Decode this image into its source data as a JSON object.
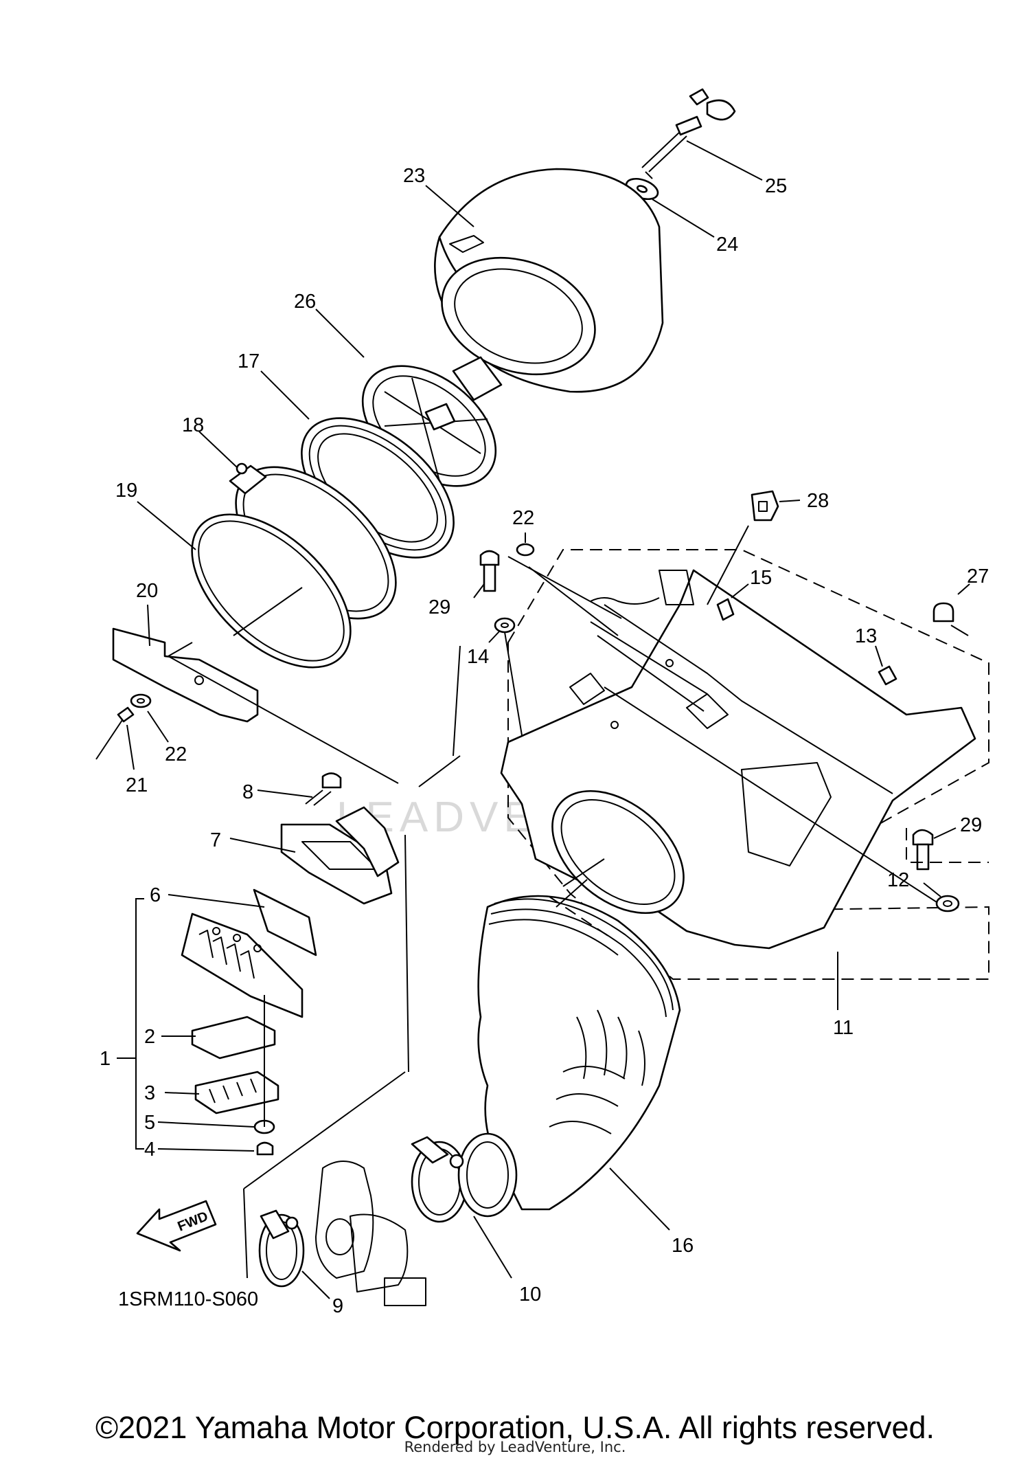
{
  "parts": {
    "p1": "1",
    "p2": "2",
    "p3": "3",
    "p4": "4",
    "p5": "5",
    "p6": "6",
    "p7": "7",
    "p8": "8",
    "p9": "9",
    "p10": "10",
    "p11": "11",
    "p12": "12",
    "p13": "13",
    "p14": "14",
    "p15": "15",
    "p16": "16",
    "p17": "17",
    "p18": "18",
    "p19": "19",
    "p20": "20",
    "p21": "21",
    "p22a": "22",
    "p22b": "22",
    "p23": "23",
    "p24": "24",
    "p25": "25",
    "p26": "26",
    "p27": "27",
    "p28": "28",
    "p29a": "29",
    "p29b": "29"
  },
  "diagram_code": "1SRM110-S060",
  "fwd_label": "FWD",
  "watermark": "LEADVENTURE",
  "copyright": "©2021 Yamaha Motor Corporation, U.S.A. All rights reserved.",
  "rendered_by": "Rendered by LeadVenture, Inc."
}
